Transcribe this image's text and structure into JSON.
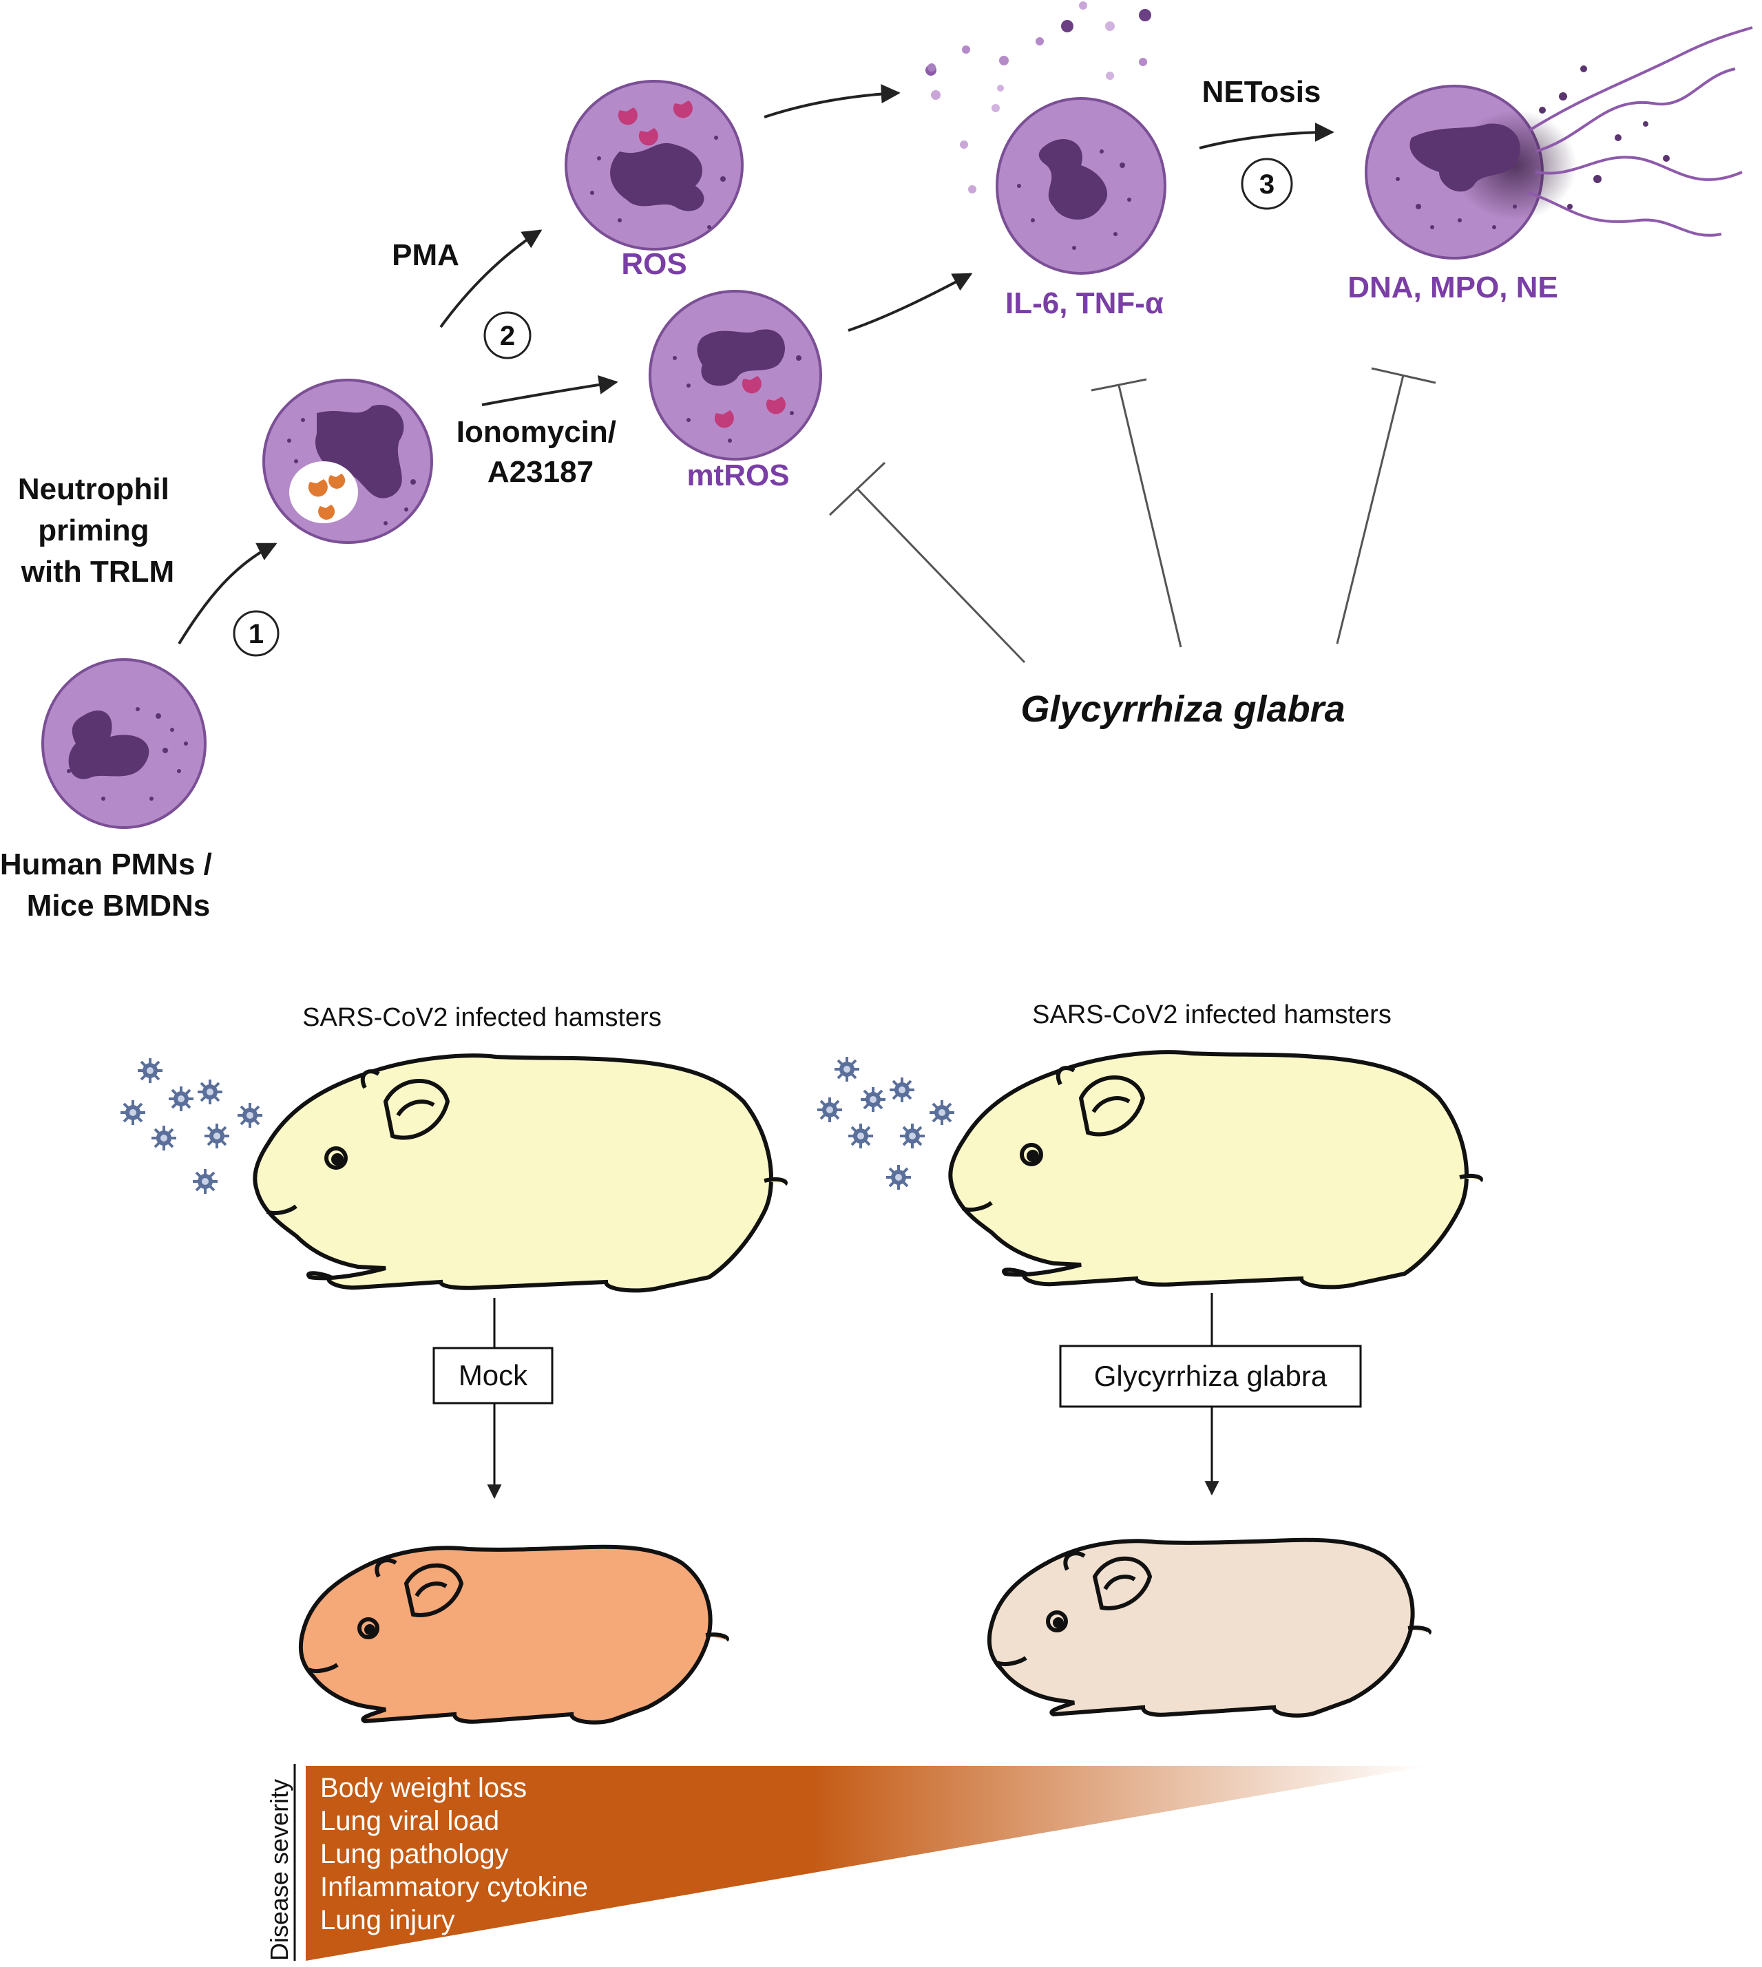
{
  "top_panel": {
    "start_label": [
      "Human PMNs /",
      "Mice BMDNs"
    ],
    "priming_label": [
      "Neutrophil",
      "priming",
      "with TRLM"
    ],
    "step1": "1",
    "step2": "2",
    "step3": "3",
    "pma_label": "PMA",
    "ionomycin_label": [
      "Ionomycin/",
      "A23187"
    ],
    "ros_label": "ROS",
    "mtros_label": "mtROS",
    "cytokine_label": "IL-6, TNF-α",
    "netosis_label": "NETosis",
    "net_products_label": "DNA, MPO, NE",
    "inhibitor_label": "Glycyrrhiza glabra"
  },
  "bottom_panel": {
    "left_title": "SARS-CoV2 infected hamsters",
    "right_title": "SARS-CoV2 infected hamsters",
    "left_treatment": "Mock",
    "right_treatment": "Glycyrrhiza glabra",
    "severity_axis_label": "Disease severity",
    "severity_items": [
      "Body weight loss",
      "Lung viral load",
      "Lung pathology",
      "Inflammatory cytokine",
      "Lung injury"
    ]
  },
  "colors": {
    "cell_fill": "#b58ac8",
    "cell_border": "#7b4f96",
    "nucleus": "#5b3570",
    "label_purple": "#7a3ea6",
    "granule_pink": "#c23b7a",
    "granule_orange": "#e07a30",
    "hamster_yellow": "#fbf8c8",
    "hamster_orange": "#f5a878",
    "hamster_beige": "#f1e0cf",
    "virus_blue": "#5a6f9a",
    "severity_orange": "#c45a14"
  }
}
